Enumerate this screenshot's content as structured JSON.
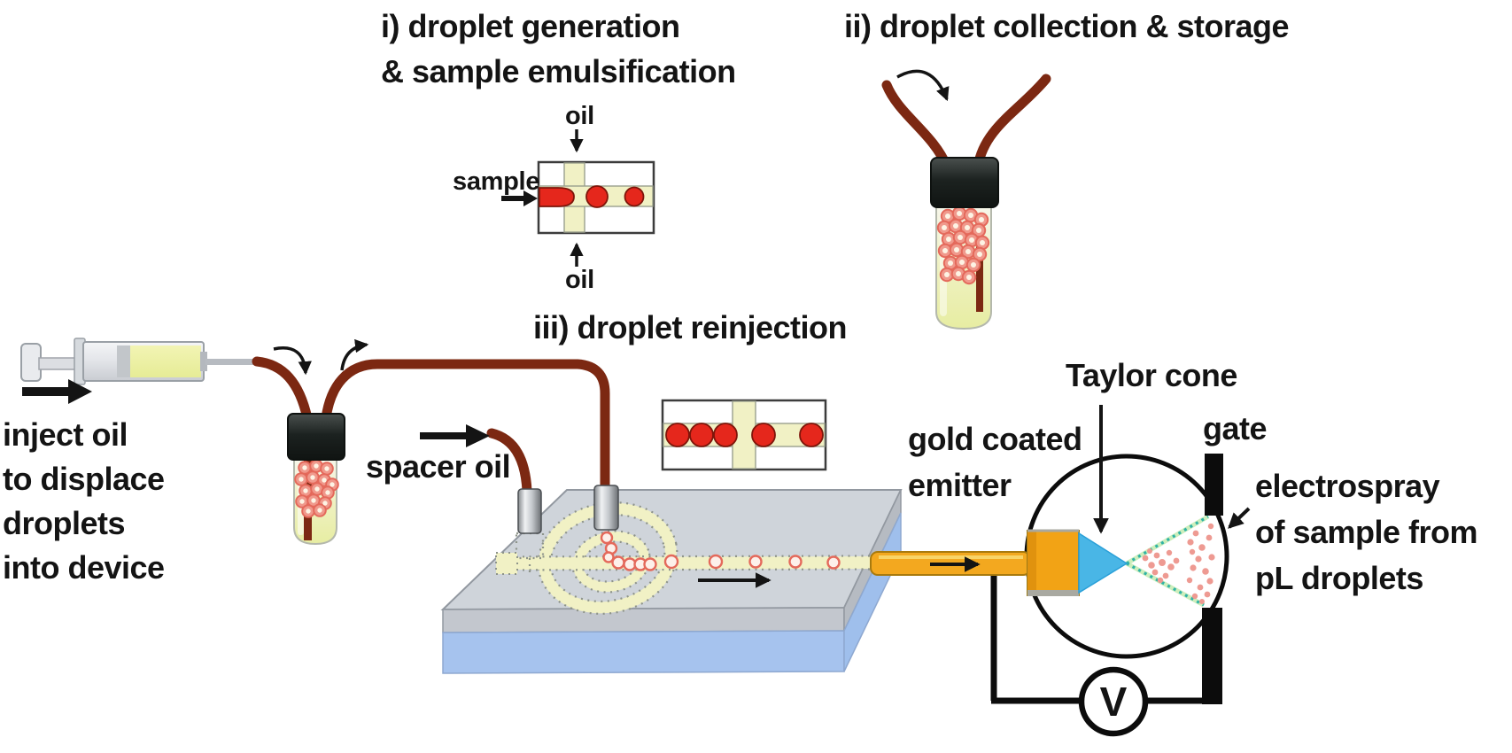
{
  "figure": {
    "step1": {
      "title": "i) droplet generation\n& sample emulsification",
      "oil_top": "oil",
      "sample": "sample",
      "oil_bottom": "oil"
    },
    "step2": {
      "title": "ii) droplet collection & storage"
    },
    "step3": {
      "title": "iii) droplet reinjection"
    },
    "injection_note": "inject oil\nto displace\ndroplets\ninto device",
    "spacer_oil": "spacer oil",
    "taylor_cone": "Taylor cone",
    "emitter_label": "gold coated\nemitter",
    "gate": "gate",
    "electrospray_note": "electrospray\nof sample from\npL droplets",
    "voltage": "V",
    "colors": {
      "tube_brown": "#7c2812",
      "droplet_red": "#e5271c",
      "droplet_pink": "#f0998c",
      "channel_yellow": "#f1f1c5",
      "chip_gray": "#cfd4da",
      "chip_blue": "#a6c3ee",
      "emitter_orange": "#f3a81f",
      "taylor_cone_blue": "#49b6e6",
      "spray_teal": "#2fb3a6",
      "ink": "#141414"
    }
  }
}
